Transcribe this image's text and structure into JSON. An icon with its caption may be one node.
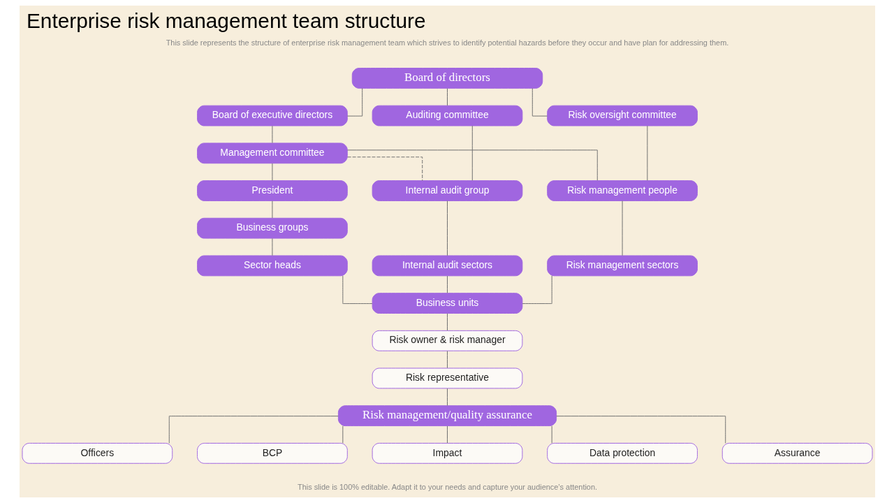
{
  "diagram": {
    "title": "Enterprise risk management team structure",
    "nodes": [
      {
        "text": [
          "Board of directors"
        ]
      },
      {
        "text": [
          "Board of executive directors"
        ]
      },
      {
        "text": [
          "Auditing committee"
        ]
      },
      {
        "text": [
          "Risk oversight committee"
        ]
      },
      {
        "text": [
          "Management committee"
        ]
      },
      {
        "text": [
          "President"
        ]
      },
      {
        "text": [
          "Internal audit group"
        ]
      },
      {
        "text": [
          "Risk management people"
        ]
      },
      {
        "text": [
          "Business groups"
        ]
      },
      {
        "text": [
          "Sector heads"
        ]
      },
      {
        "text": [
          "Internal audit sectors"
        ]
      },
      {
        "text": [
          "Risk management sectors"
        ]
      },
      {
        "text": [
          "Business units"
        ]
      },
      {
        "text": [
          "Risk owner & risk manager"
        ]
      },
      {
        "text": [
          "Risk representative"
        ]
      },
      {
        "text": [
          "Risk management/quality assurance"
        ]
      },
      {
        "text": [
          "Officers"
        ]
      },
      {
        "text": [
          "BCP"
        ]
      },
      {
        "text": [
          "Impact"
        ]
      },
      {
        "text": [
          "Data protection"
        ]
      },
      {
        "text": [
          "Assurance"
        ]
      }
    ],
    "edges": [
      {
        "from": 0,
        "to": 1,
        "arrow": "none"
      },
      {
        "from": 0,
        "to": 2,
        "arrow": "none"
      },
      {
        "from": 0,
        "to": 3,
        "arrow": "none"
      },
      {
        "from": 1,
        "to": 4,
        "arrow": "none"
      },
      {
        "from": 4,
        "to": 5,
        "arrow": "none"
      },
      {
        "from": 5,
        "to": 8,
        "arrow": "none"
      },
      {
        "from": 8,
        "to": 9,
        "arrow": "none"
      },
      {
        "from": 2,
        "to": 6,
        "arrow": "none"
      },
      {
        "from": 6,
        "to": 10,
        "arrow": "none"
      },
      {
        "from": 3,
        "to": 7,
        "arrow": "none"
      },
      {
        "from": 7,
        "to": 11,
        "arrow": "none"
      },
      {
        "from": 4,
        "to": 7,
        "arrow": "none"
      },
      {
        "from": 4,
        "to": 6,
        "arrow": "none",
        "style": "dashed"
      },
      {
        "from": 9,
        "to": 12,
        "arrow": "none"
      },
      {
        "from": 10,
        "to": 12,
        "arrow": "none"
      },
      {
        "from": 11,
        "to": 12,
        "arrow": "none"
      },
      {
        "from": 12,
        "to": 13,
        "arrow": "none"
      },
      {
        "from": 13,
        "to": 14,
        "arrow": "none"
      },
      {
        "from": 14,
        "to": 15,
        "arrow": "none"
      },
      {
        "from": 15,
        "to": 16,
        "arrow": "none"
      },
      {
        "from": 15,
        "to": 17,
        "arrow": "none"
      },
      {
        "from": 15,
        "to": 18,
        "arrow": "none"
      },
      {
        "from": 15,
        "to": 19,
        "arrow": "none"
      },
      {
        "from": 15,
        "to": 20,
        "arrow": "none"
      }
    ],
    "labels": [
      "This slide represents the structure of enterprise risk management team which strives to identify potential hazards before they occur and have plan for addressing them.",
      "This slide is 100% editable. Adapt it to your needs and capture your audience’s attention."
    ]
  }
}
